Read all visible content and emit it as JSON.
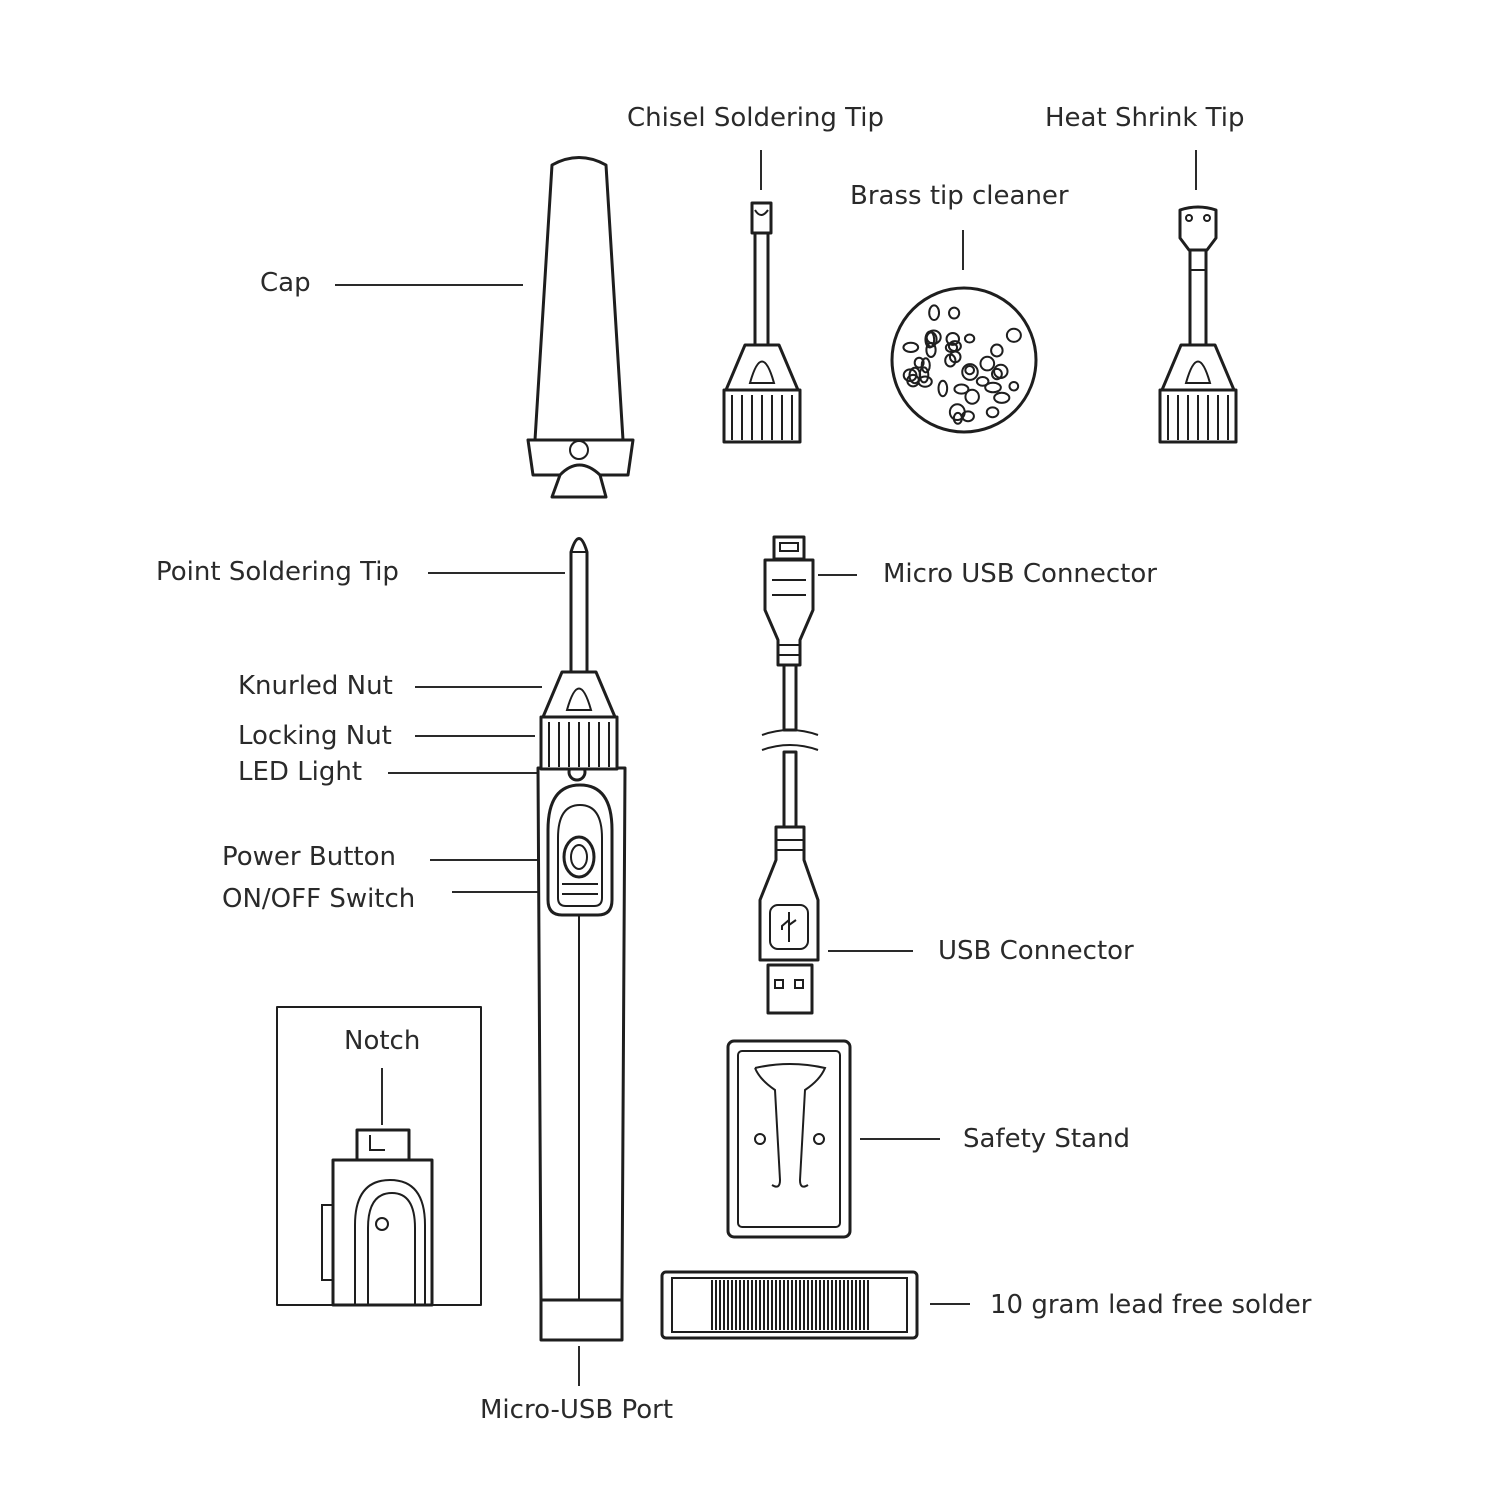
{
  "title": "Soldering iron kit parts diagram",
  "labels": {
    "chisel_tip": "Chisel Soldering Tip",
    "heat_shrink_tip": "Heat Shrink Tip",
    "brass_cleaner": "Brass tip cleaner",
    "cap": "Cap",
    "point_tip": "Point Soldering Tip",
    "micro_usb_connector": "Micro USB Connector",
    "knurled_nut": "Knurled Nut",
    "locking_nut": "Locking Nut",
    "led_light": "LED Light",
    "power_button": "Power Button",
    "on_off_switch": "ON/OFF Switch",
    "usb_connector": "USB Connector",
    "notch": "Notch",
    "safety_stand": "Safety Stand",
    "solder": "10 gram lead free solder",
    "micro_usb_port": "Micro-USB Port"
  },
  "colors": {
    "ink": "#1e1e1e",
    "background": "#ffffff"
  }
}
